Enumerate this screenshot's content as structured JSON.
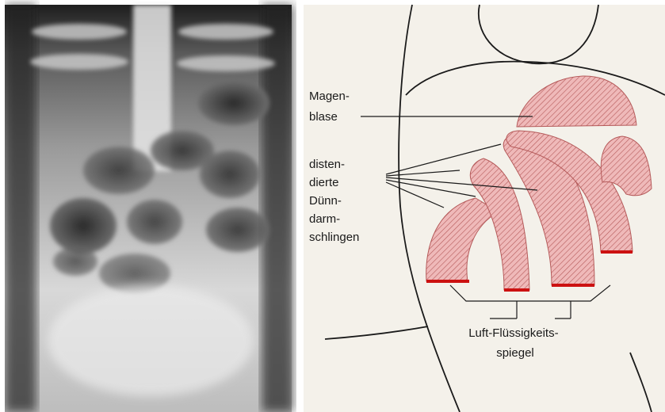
{
  "colors": {
    "xray_light": "#e8e8e8",
    "xray_dark": "#1c1c1c",
    "diagram_bg": "#f4f1ea",
    "loop_fill": "#efb9b9",
    "hatch": "#b55a5a",
    "fluid_level": "#cc1111",
    "outline": "#1a1a1a"
  },
  "labels": {
    "magenblase": [
      "Magen-",
      "blase"
    ],
    "duenndarm": [
      "disten-",
      "dierte",
      "Dünn-",
      "darm-",
      "schlingen"
    ],
    "spiegel": [
      "Luft-Flüssigkeits-",
      "spiegel"
    ]
  }
}
